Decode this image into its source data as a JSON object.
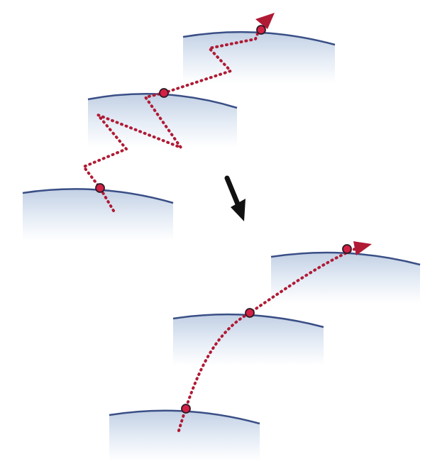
{
  "figure": {
    "panels": [
      {
        "id": "top",
        "sheets": 3,
        "path": "zigzag",
        "crossing_points": 3,
        "end_marker": "arrowhead"
      },
      {
        "id": "bottom",
        "sheets": 3,
        "path": "smooth-curve",
        "crossing_points": 3,
        "end_marker": "arrowhead"
      }
    ],
    "transition_arrow": "down-right"
  },
  "colors": {
    "path": "#b01a34",
    "node_fill": "#d42045",
    "node_stroke": "#2b1a24",
    "sheet_edge": "#3a4f86",
    "sheet_gradient_top": "#c2d0e4",
    "sheet_gradient_bottom": "#ffffff",
    "arrow": "#111111"
  }
}
